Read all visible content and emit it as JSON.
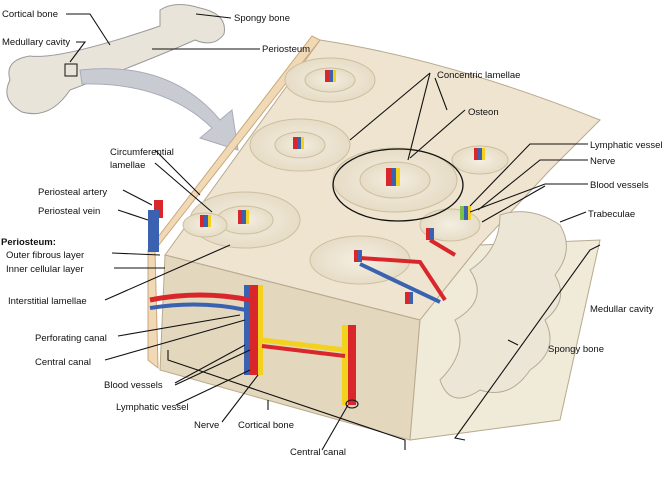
{
  "labels": {
    "cortical_bone_top": "Cortical bone",
    "medullary_cavity": "Medullary cavity",
    "spongy_bone_top": "Spongy bone",
    "periosteum_top": "Periosteum",
    "concentric_lamellae": "Concentric lamellae",
    "osteon": "Osteon",
    "circumferential_1": "Circumferential",
    "circumferential_2": "lamellae",
    "lymphatic_vessel_right": "Lymphatic vessel",
    "nerve_right": "Nerve",
    "blood_vessels_right": "Blood vessels",
    "trabeculae": "Trabeculae",
    "periosteal_artery": "Periosteal artery",
    "periosteal_vein": "Periosteal vein",
    "periosteum_heading": "Periosteum:",
    "outer_fibrous": "Outer fibrous layer",
    "inner_cellular": "Inner cellular layer",
    "interstitial_lamellae": "Interstitial lamellae",
    "medullar_cavity": "Medullar cavity",
    "perforating_canal": "Perforating canal",
    "central_canal_left": "Central canal",
    "spongy_bone_right": "Spongy bone",
    "blood_vessels_left": "Blood vessels",
    "lymphatic_vessel_left": "Lymphatic vessel",
    "nerve_bottom": "Nerve",
    "cortical_bone_bottom": "Cortical bone",
    "central_canal_bottom": "Central canal"
  },
  "colors": {
    "bone": "#eee4d0",
    "bone_dark": "#d9ccb0",
    "artery": "#d9262b",
    "vein": "#3a62b0",
    "nerve": "#f2d21c",
    "lymph": "#7cc04a",
    "arrow": "#c8ccd2"
  }
}
